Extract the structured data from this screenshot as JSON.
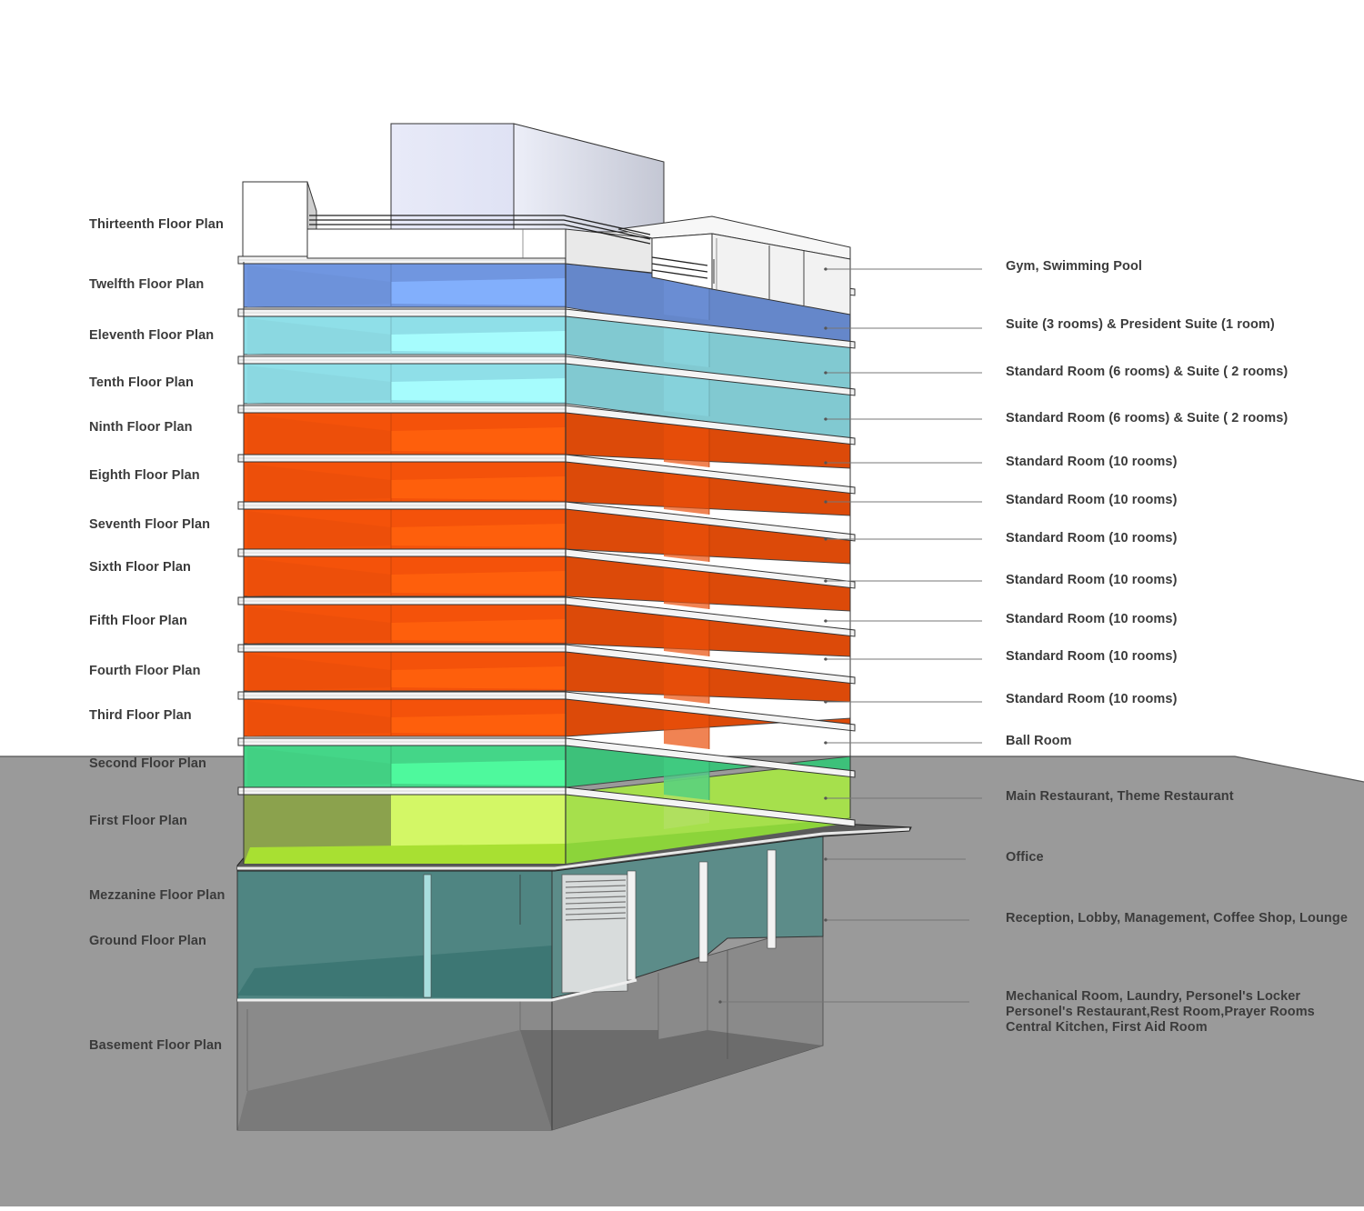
{
  "floors": [
    {
      "name": "Thirteenth Floor Plan",
      "use": [
        "Gym, Swimming Pool"
      ],
      "color": "#e4e8f8"
    },
    {
      "name": "Twelfth Floor Plan",
      "use": [
        "Suite (3 rooms) & President Suite (1 room)"
      ],
      "color": "#7096e0"
    },
    {
      "name": "Eleventh Floor Plan",
      "use": [
        "Standard Room (6 rooms) & Suite ( 2 rooms)"
      ],
      "color": "#8fdfe8"
    },
    {
      "name": "Tenth Floor Plan",
      "use": [
        "Standard Room (6 rooms) & Suite ( 2 rooms)"
      ],
      "color": "#8fdfe8"
    },
    {
      "name": "Ninth Floor Plan",
      "use": [
        "Standard Room (10 rooms)"
      ],
      "color": "#f4520a"
    },
    {
      "name": "Eighth Floor Plan",
      "use": [
        "Standard Room (10 rooms)"
      ],
      "color": "#f4520a"
    },
    {
      "name": "Seventh Floor Plan",
      "use": [
        "Standard Room (10 rooms)"
      ],
      "color": "#f4520a"
    },
    {
      "name": "Sixth Floor Plan",
      "use": [
        "Standard Room (10 rooms)"
      ],
      "color": "#f4520a"
    },
    {
      "name": "Fifth Floor Plan",
      "use": [
        "Standard Room (10 rooms)"
      ],
      "color": "#f4520a"
    },
    {
      "name": "Fourth Floor Plan",
      "use": [
        "Standard Room (10 rooms)"
      ],
      "color": "#f4520a"
    },
    {
      "name": "Third Floor Plan",
      "use": [
        "Standard Room (10 rooms)"
      ],
      "color": "#f4520a"
    },
    {
      "name": "Second Floor Plan",
      "use": [
        "Ball Room"
      ],
      "color": "#44d688"
    },
    {
      "name": "First Floor Plan",
      "use": [
        "Main Restaurant, Theme Restaurant"
      ],
      "color": "#a8e04c"
    },
    {
      "name": "Mezzanine Floor Plan",
      "use": [
        "Office"
      ],
      "color": "#4f8c88"
    },
    {
      "name": "Ground Floor Plan",
      "use": [
        "Reception, Lobby, Management, Coffee Shop, Lounge"
      ],
      "color": "#3f7c7a"
    },
    {
      "name": "Basement Floor Plan",
      "use": [
        "Mechanical Room, Laundry, Personel's Locker",
        "Personel's Restaurant,Rest Room,Prayer Rooms",
        "Central Kitchen, First Aid Room"
      ],
      "color": "#8a8a8a"
    }
  ],
  "colors": {
    "ground": "#9a9a9a",
    "slab": "#f4f4f4",
    "text": "#3b3b3b",
    "leader": "#777777"
  }
}
